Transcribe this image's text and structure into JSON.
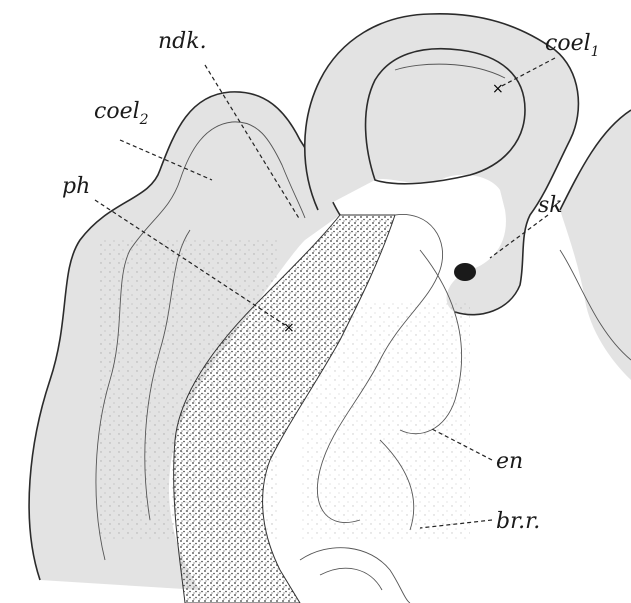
{
  "labels": {
    "coel1": {
      "text": "coel",
      "sub": "1"
    },
    "ndk": {
      "text": "ndk."
    },
    "coel2": {
      "text": "coel",
      "sub": "2"
    },
    "ph": {
      "text": "ph"
    },
    "sk": {
      "text": "sk"
    },
    "en": {
      "text": "en"
    },
    "brr": {
      "text": "br.r."
    }
  },
  "colors": {
    "ink": "#1a1a1a",
    "tissue_shade": "#e3e3e3",
    "stipple": "#3a3a3a"
  }
}
